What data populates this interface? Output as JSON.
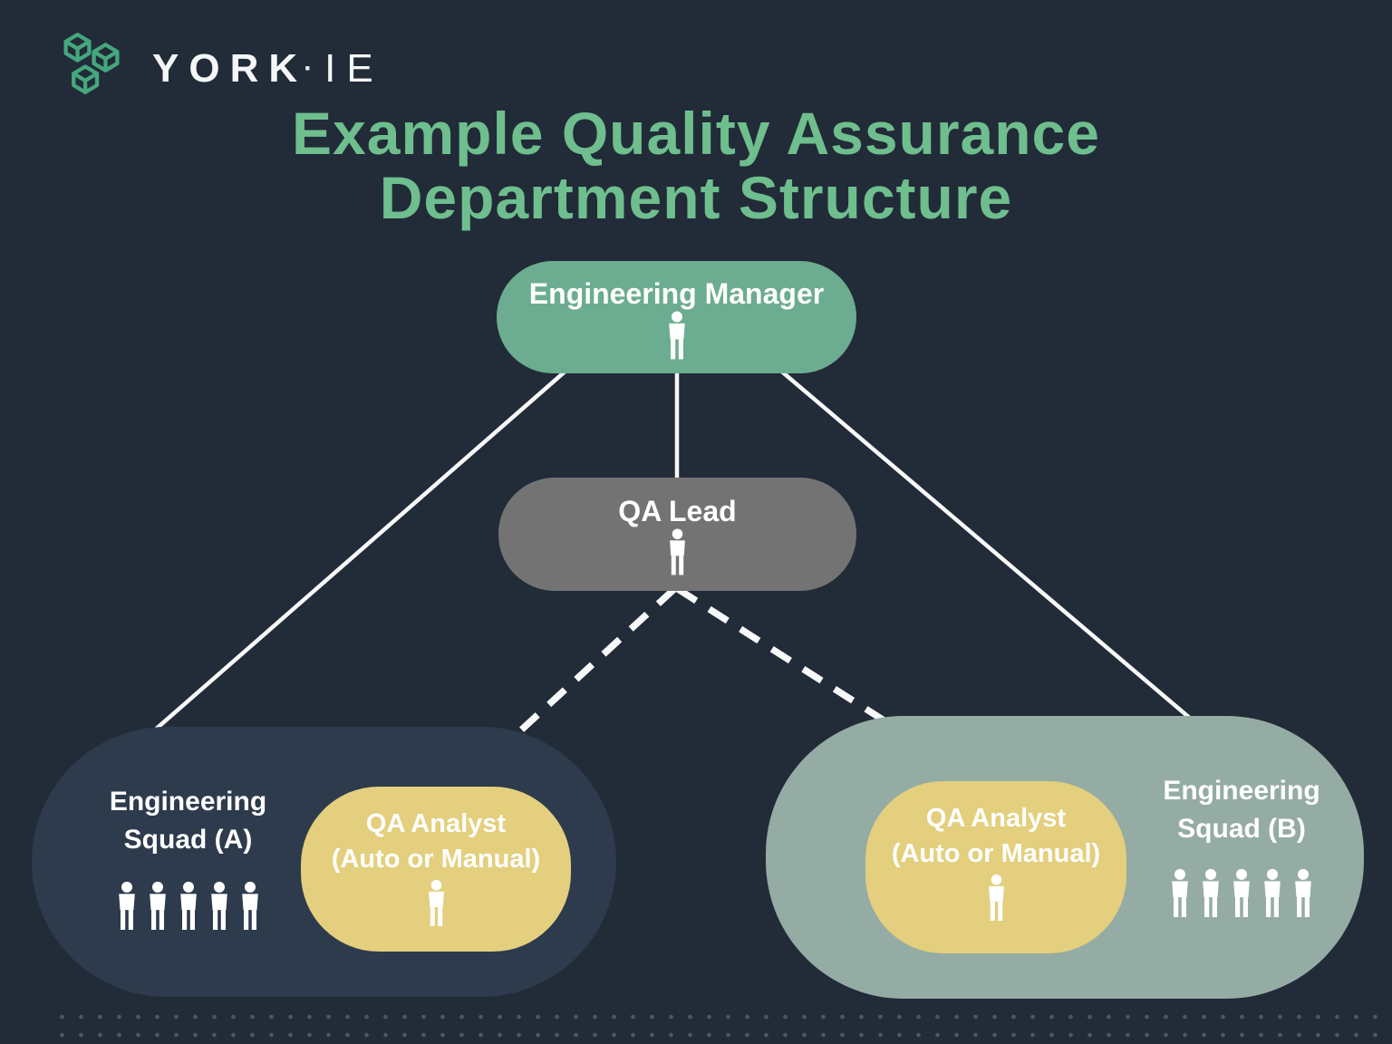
{
  "logo": {
    "brand_primary": "YORK",
    "brand_separator": "·",
    "brand_secondary": "IE"
  },
  "title": {
    "line1": "Example Quality Assurance",
    "line2": "Department Structure"
  },
  "org_chart": {
    "engineering_manager": {
      "label": "Engineering Manager"
    },
    "qa_lead": {
      "label": "QA Lead"
    },
    "squad_a": {
      "label_line1": "Engineering",
      "label_line2": "Squad (A)",
      "member_count": 5
    },
    "qa_analyst_a": {
      "label_line1": "QA Analyst",
      "label_line2": "(Auto or Manual)"
    },
    "squad_b": {
      "label_line1": "Engineering",
      "label_line2": "Squad (B)",
      "member_count": 5
    },
    "qa_analyst_b": {
      "label_line1": "QA Analyst",
      "label_line2": "(Auto or Manual)"
    },
    "edges": [
      {
        "from": "engineering_manager",
        "to": "squad_a",
        "style": "solid"
      },
      {
        "from": "engineering_manager",
        "to": "qa_lead",
        "style": "solid"
      },
      {
        "from": "engineering_manager",
        "to": "squad_b",
        "style": "solid"
      },
      {
        "from": "qa_lead",
        "to": "qa_analyst_a",
        "style": "dashed"
      },
      {
        "from": "qa_lead",
        "to": "qa_analyst_b",
        "style": "dashed"
      }
    ]
  },
  "colors": {
    "background": "#222b38",
    "title_green": "#6fbe8e",
    "logo_green": "#45a77d",
    "manager_green": "#6cac90",
    "lead_gray": "#737373",
    "squad_a_dark": "#2d3b4d",
    "squad_b_sage": "#95aca4",
    "analyst_yellow": "#e3cf7d",
    "connector_white": "#f7f8f8",
    "dot_gray": "#4d5864"
  }
}
